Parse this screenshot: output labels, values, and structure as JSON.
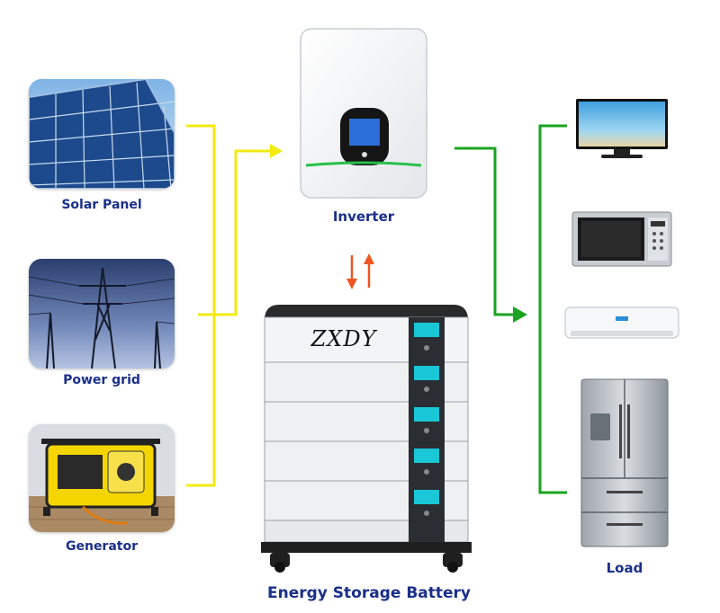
{
  "sources": [
    {
      "label": "Solar Panel",
      "icon": "solar-panel-photo"
    },
    {
      "label": "Power grid",
      "icon": "power-grid-photo"
    },
    {
      "label": "Generator",
      "icon": "generator-photo"
    }
  ],
  "inverter": {
    "label": "Inverter",
    "icon": "inverter-photo"
  },
  "battery": {
    "label": "Energy Storage Battery",
    "brand": "ZXDY",
    "icon": "battery-stack-photo"
  },
  "load": {
    "label": "Load",
    "devices": [
      "tv-icon",
      "microwave-icon",
      "air-conditioner-icon",
      "refrigerator-icon"
    ]
  },
  "colors": {
    "source_line": "#f2ea10",
    "load_line": "#1aa320",
    "battery_flow": "#ee5522",
    "caption": "#1a2f8a"
  }
}
